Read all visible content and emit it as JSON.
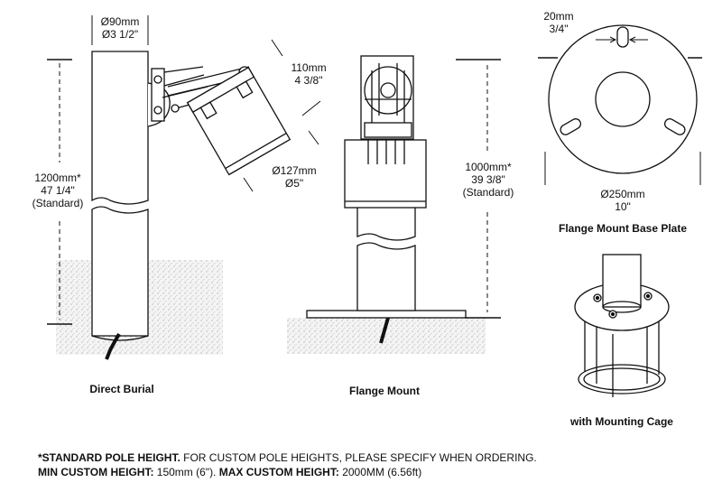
{
  "direct_burial": {
    "pole_diameter_mm": "Ø90mm",
    "pole_diameter_in": "Ø3 1/2\"",
    "height_mm": "1200mm*",
    "height_in": "47 1/4\"",
    "height_note": "(Standard)",
    "fixture_depth_mm": "110mm",
    "fixture_depth_in": "4 3/8\"",
    "fixture_diameter_mm": "Ø127mm",
    "fixture_diameter_in": "Ø5\"",
    "caption": "Direct Burial"
  },
  "flange_mount": {
    "height_mm": "1000mm*",
    "height_in": "39 3/8\"",
    "height_note": "(Standard)",
    "caption": "Flange Mount"
  },
  "base_plate": {
    "slot_width_mm": "20mm",
    "slot_width_in": "3/4\"",
    "diameter_mm": "Ø250mm",
    "diameter_in": "10\"",
    "caption": "Flange Mount Base Plate"
  },
  "mounting_cage": {
    "caption": "with Mounting Cage"
  },
  "notes": {
    "line1_bold": "*STANDARD POLE  HEIGHT.",
    "line1_text": " FOR CUSTOM POLE  HEIGHTS, PLEASE SPECIFY WHEN ORDERING.",
    "line2_bold1": "MIN CUSTOM HEIGHT:",
    "line2_text1": " 150mm (6\"). ",
    "line2_bold2": "MAX CUSTOM HEIGHT:",
    "line2_text2": " 2000MM (6.56ft)"
  }
}
